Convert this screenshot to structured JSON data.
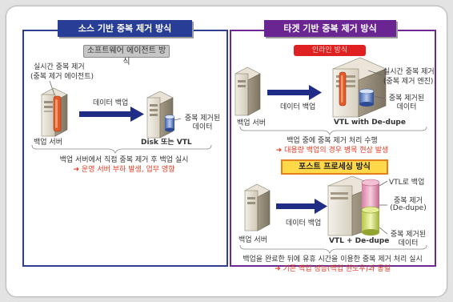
{
  "left": {
    "header": "소스 기반 중복 제거 방식",
    "subheader": "소프트웨어 에이전트 방식",
    "agent_label_1": "실시간 중복 제거",
    "agent_label_2": "(중복 제거 에이전트)",
    "arrow_label": "데이터 백업",
    "server_label": "백업 서버",
    "target_label": "Disk 또는 VTL",
    "dedupe_label_1": "중복 제거된",
    "dedupe_label_2": "데이터",
    "note": "백업 서버에서 직접 중복 제거 후 백업 실시",
    "note_red": "➜ 운영 서버 부하 발생, 업무 영향"
  },
  "right": {
    "header": "타겟 기반 중복 제거 방식",
    "inline": {
      "label": "인라인 방식",
      "realtime_1": "실시간 중복 제거",
      "realtime_2": "(중복 제거 엔진)",
      "arrow_label": "데이터 백업",
      "server_label": "백업 서버",
      "vtl_label": "VTL with De-dupe",
      "dedupe_1": "중복 제거된",
      "dedupe_2": "데이터",
      "note": "백업 중에 중복 제거 처리 수행",
      "note_red": "➜ 대용량 백업의 경우 병목 현상 발생"
    },
    "post": {
      "label": "포스트 프로세싱 방식",
      "vtl_backup": "VTL로 백업",
      "dedupe_proc_1": "중복 제거",
      "dedupe_proc_2": "(De-dupe)",
      "arrow_label": "데이터 백업",
      "server_label": "백업 서버",
      "vtl_label": "VTL + De-dupe",
      "dedupe_1": "중복 제거된",
      "dedupe_2": "데이터",
      "note": "백업을 완료한 뒤에 유휴 시간을 이용한 중복 제거 처리 실시",
      "note_red": "➜ 기존 백업 성능(백업 윈도우)과 동일"
    }
  },
  "colors": {
    "left_accent": "#283d95",
    "right_accent": "#6b2592",
    "warning_red": "#e23b24",
    "arrow_navy": "#1f2d86",
    "post_pill": "#ffd94a",
    "inline_pill": "#e02121"
  }
}
